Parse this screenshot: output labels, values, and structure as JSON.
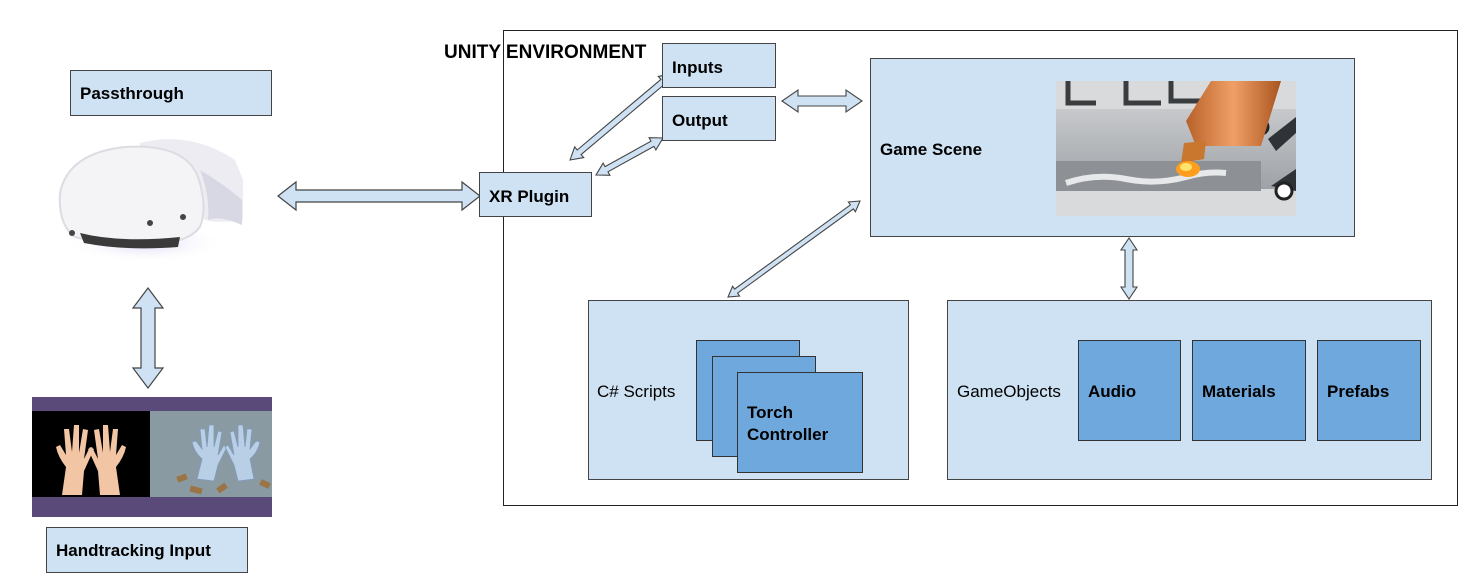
{
  "diagram": {
    "passthrough_label": "Passthrough",
    "handtracking_label": "Handtracking Input",
    "unity_title": "UNITY ENVIRONMENT",
    "xr_plugin_label": "XR Plugin",
    "inputs_label": "Inputs",
    "output_label": "Output",
    "game_scene_label": "Game Scene",
    "scripts_label": "C# Scripts",
    "torch_controller_label_line1": "Torch",
    "torch_controller_label_line2": "Controller",
    "gameobjects_label": "GameObjects",
    "audio_label": "Audio",
    "materials_label": "Materials",
    "prefabs_label": "Prefabs"
  },
  "colors": {
    "box_fill": "#cfe2f3",
    "dark_box_fill": "#6fa8dc",
    "arrow_fill": "#cfe2f3",
    "stroke": "#444444"
  }
}
